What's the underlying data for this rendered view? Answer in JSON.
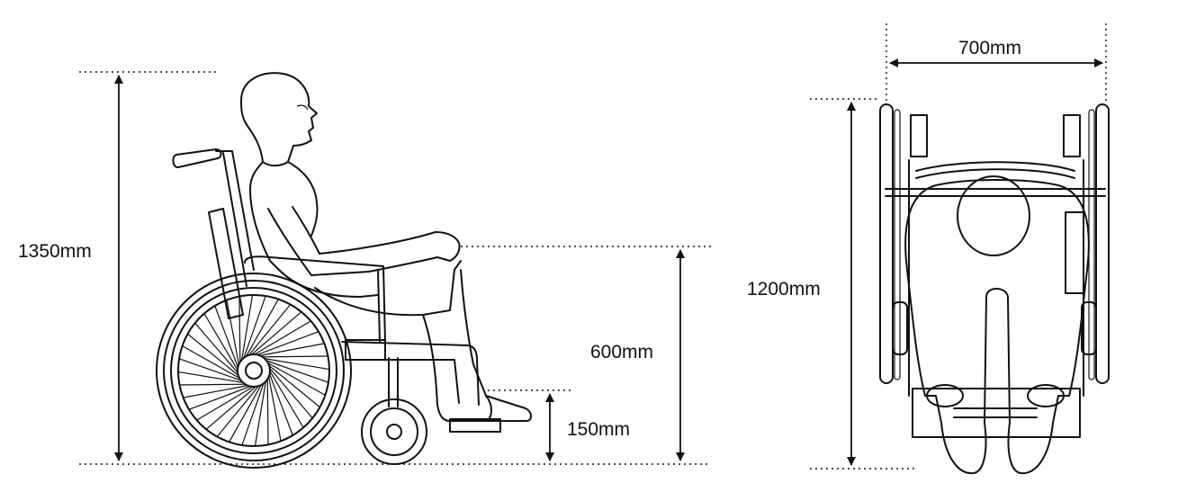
{
  "dimensions": {
    "total_height": "1350mm",
    "armrest_height": "600mm",
    "footrest_height": "150mm",
    "width": "700mm",
    "length": "1200mm"
  },
  "colors": {
    "ink": "#111111",
    "background": "#ffffff"
  }
}
